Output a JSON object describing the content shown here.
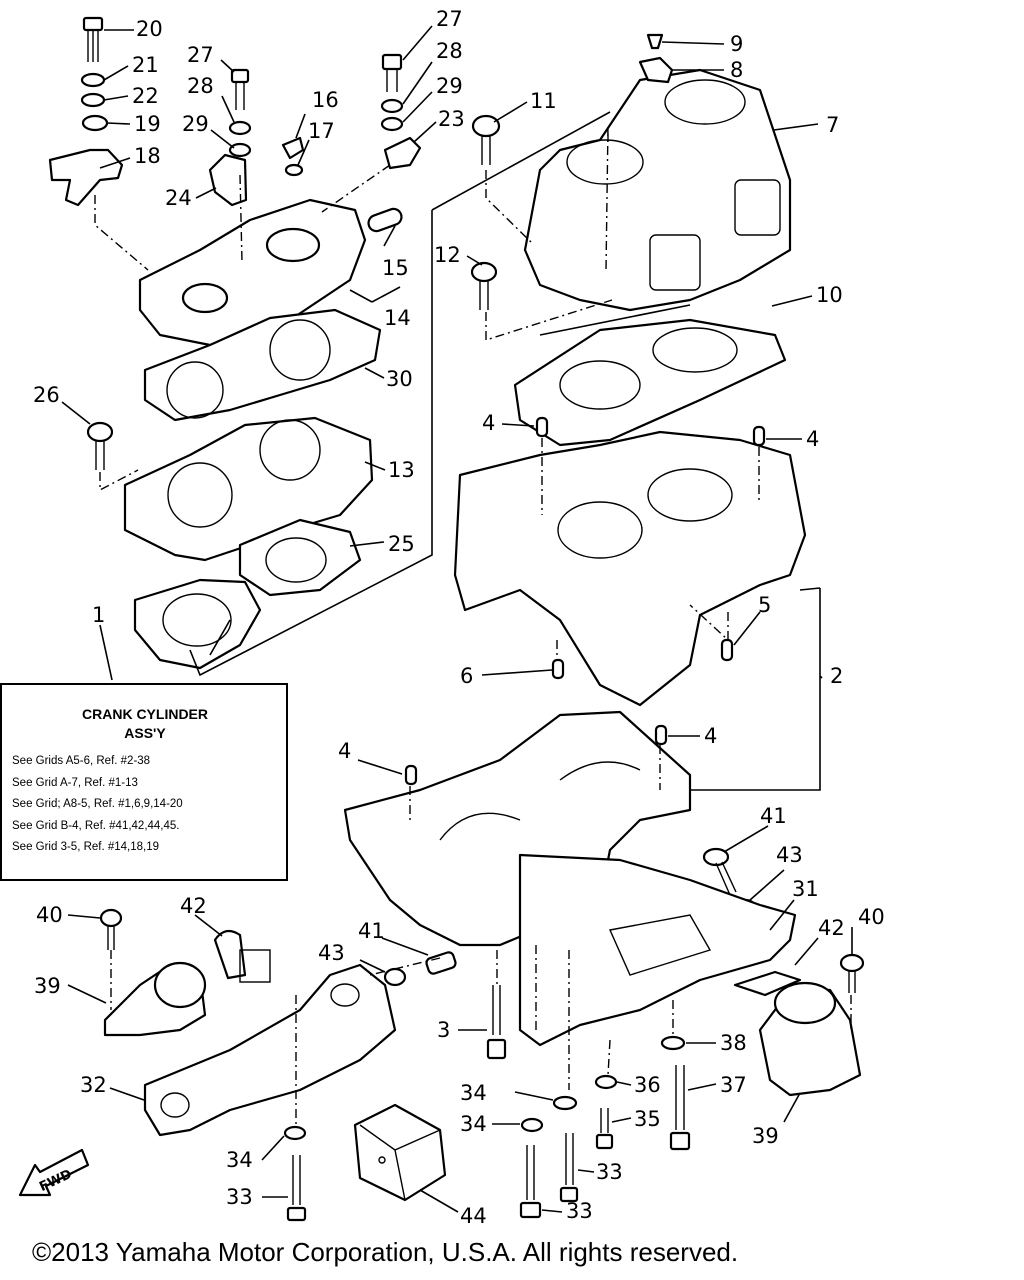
{
  "callouts": [
    {
      "id": "c20",
      "text": "20"
    },
    {
      "id": "c21",
      "text": "21"
    },
    {
      "id": "c22",
      "text": "22"
    },
    {
      "id": "c19",
      "text": "19"
    },
    {
      "id": "c18",
      "text": "18"
    },
    {
      "id": "c27a",
      "text": "27"
    },
    {
      "id": "c28a",
      "text": "28"
    },
    {
      "id": "c29a",
      "text": "29"
    },
    {
      "id": "c24",
      "text": "24"
    },
    {
      "id": "c16",
      "text": "16"
    },
    {
      "id": "c17",
      "text": "17"
    },
    {
      "id": "c27b",
      "text": "27"
    },
    {
      "id": "c28b",
      "text": "28"
    },
    {
      "id": "c29b",
      "text": "29"
    },
    {
      "id": "c23",
      "text": "23"
    },
    {
      "id": "c11",
      "text": "11"
    },
    {
      "id": "c9",
      "text": "9"
    },
    {
      "id": "c8",
      "text": "8"
    },
    {
      "id": "c7",
      "text": "7"
    },
    {
      "id": "c15",
      "text": "15"
    },
    {
      "id": "c14",
      "text": "14"
    },
    {
      "id": "c12",
      "text": "12"
    },
    {
      "id": "c10",
      "text": "10"
    },
    {
      "id": "c30",
      "text": "30"
    },
    {
      "id": "c26",
      "text": "26"
    },
    {
      "id": "c13",
      "text": "13"
    },
    {
      "id": "c4a",
      "text": "4"
    },
    {
      "id": "c4b",
      "text": "4"
    },
    {
      "id": "c25",
      "text": "25"
    },
    {
      "id": "c1",
      "text": "1"
    },
    {
      "id": "c5",
      "text": "5"
    },
    {
      "id": "c6",
      "text": "6"
    },
    {
      "id": "c2",
      "text": "2"
    },
    {
      "id": "c4c",
      "text": "4"
    },
    {
      "id": "c4d",
      "text": "4"
    },
    {
      "id": "c41a",
      "text": "41"
    },
    {
      "id": "c43a",
      "text": "43"
    },
    {
      "id": "c31",
      "text": "31"
    },
    {
      "id": "c40a",
      "text": "40"
    },
    {
      "id": "c42a",
      "text": "42"
    },
    {
      "id": "c41b",
      "text": "41"
    },
    {
      "id": "c43b",
      "text": "43"
    },
    {
      "id": "c42b",
      "text": "42"
    },
    {
      "id": "c40b",
      "text": "40"
    },
    {
      "id": "c39a",
      "text": "39"
    },
    {
      "id": "c3",
      "text": "3"
    },
    {
      "id": "c38",
      "text": "38"
    },
    {
      "id": "c32",
      "text": "32"
    },
    {
      "id": "c34a",
      "text": "34"
    },
    {
      "id": "c36",
      "text": "36"
    },
    {
      "id": "c37",
      "text": "37"
    },
    {
      "id": "c34b",
      "text": "34"
    },
    {
      "id": "c35",
      "text": "35"
    },
    {
      "id": "c39b",
      "text": "39"
    },
    {
      "id": "c34c",
      "text": "34"
    },
    {
      "id": "c33a",
      "text": "33"
    },
    {
      "id": "c33b",
      "text": "33"
    },
    {
      "id": "c33c",
      "text": "33"
    },
    {
      "id": "c44",
      "text": "44"
    }
  ],
  "fwd_label": "FWD",
  "reference_box": {
    "title_line1": "CRANK CYLINDER",
    "title_line2": "ASS'Y",
    "lines": [
      "See Grids A5-6, Ref. #2-38",
      "See Grid A-7, Ref. #1-13",
      "See Grid; A8-5, Ref. #1,6,9,14-20",
      "See Grid B-4, Ref. #41,42,44,45.",
      "See Grid 3-5, Ref. #14,18,19"
    ]
  },
  "copyright": "©2013 Yamaha Motor Corporation, U.S.A. All rights reserved."
}
